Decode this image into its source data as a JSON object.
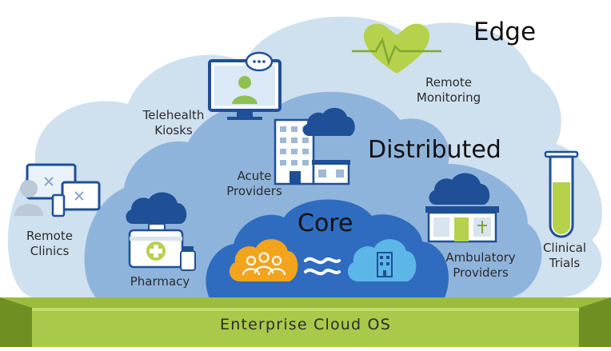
{
  "tiers": {
    "edge": "Edge",
    "distributed": "Distributed",
    "core": "Core"
  },
  "labels": {
    "telehealth": "Telehealth\nKiosks",
    "remote_monitoring": "Remote\nMonitoring",
    "remote_clinics": "Remote\nClinics",
    "acute": "Acute\nProviders",
    "pharmacy": "Pharmacy",
    "ambulatory": "Ambulatory\nProviders",
    "clinical_trials": "Clinical\nTrials"
  },
  "footer": "Enterprise Cloud OS",
  "colors": {
    "edge_cloud": "#cfe0ef",
    "distributed_cloud": "#8fb4dc",
    "core_cloud": "#2f6cbf",
    "navy": "#1f4f97",
    "orange": "#f4a31d",
    "light_blue": "#5cb6e8",
    "green": "#b6d14b",
    "platform": "#9cbd3b"
  }
}
